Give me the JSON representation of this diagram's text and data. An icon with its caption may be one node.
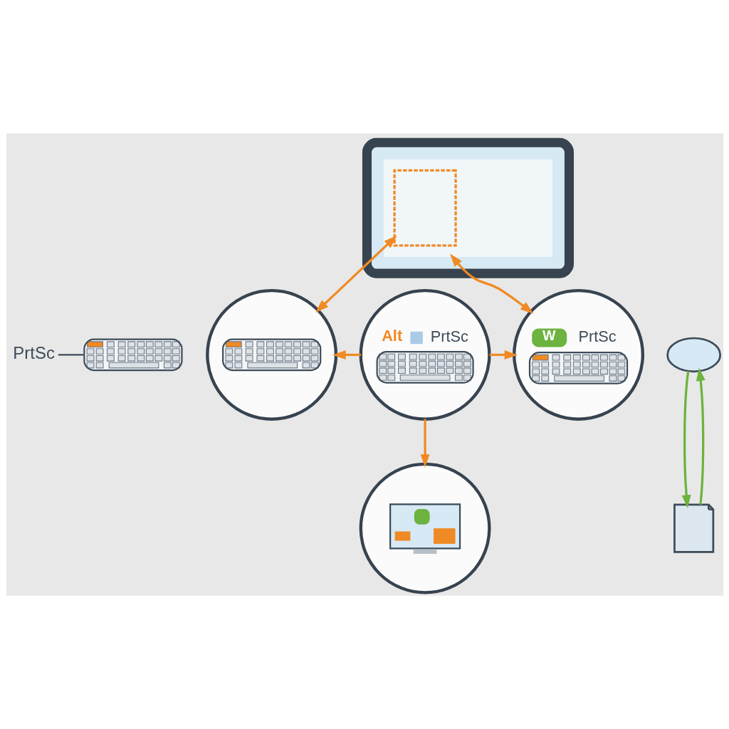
{
  "diagram": {
    "nodes": [
      {
        "text": [],
        "shape": "picture"
      },
      {
        "text": [],
        "shape": "box",
        "in": 0
      },
      {
        "text": [],
        "shape": "box",
        "in": 1
      },
      {
        "text": [
          "PrtSc"
        ]
      },
      {
        "text": [],
        "shape": "picture"
      },
      {
        "text": [],
        "shape": "circle"
      },
      {
        "text": [
          "Alt",
          "PrtSc"
        ]
      },
      {
        "text": [
          "W",
          "PrtSc"
        ]
      },
      {
        "text": [],
        "shape": "cloud"
      },
      {
        "text": [],
        "shape": "picture"
      },
      {
        "text": [],
        "shape": "circle"
      }
    ],
    "edges": [
      {
        "from": 2,
        "to": 5,
        "arrow": "both"
      },
      {
        "from": 1,
        "to": 7,
        "arrow": "both"
      },
      {
        "from": 6,
        "to": 5,
        "arrow": "to"
      },
      {
        "from": 6,
        "to": 7,
        "arrow": "to"
      },
      {
        "from": 6,
        "to": 10,
        "arrow": "to"
      },
      {
        "from": 3,
        "to": 4,
        "arrow": "none",
        "color": "#3d4b59"
      },
      {
        "from": 9,
        "to": 8,
        "arrow": "to",
        "color": "#6cb33f"
      },
      {
        "from": 8,
        "to": 9,
        "arrow": "to",
        "color": "#6cb33f"
      }
    ]
  }
}
